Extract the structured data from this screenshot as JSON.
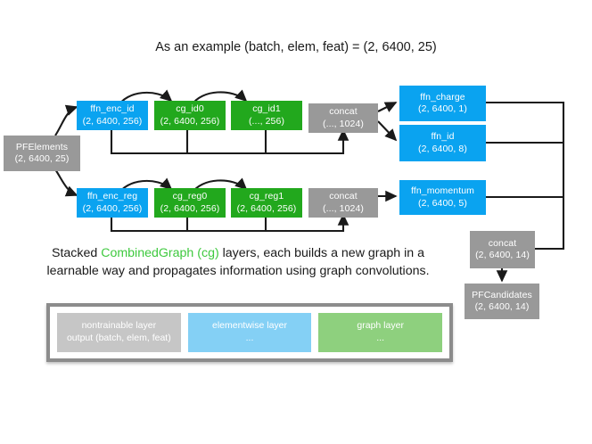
{
  "title": "As an example (batch, elem, feat) = (2, 6400, 25)",
  "colors": {
    "blue": "#0aa3f0",
    "green": "#22a81d",
    "gray": "#999999",
    "legend_gray": "#c6c6c6",
    "legend_blue": "#84d0f5",
    "legend_green": "#8ed07e",
    "highlight_green": "#3ec93e",
    "edge": "#1a1a1a"
  },
  "nodes": {
    "pfelements": {
      "label": "PFElements",
      "shape": "(2, 6400, 25)",
      "type": "nontrainable"
    },
    "ffn_enc_id": {
      "label": "ffn_enc_id",
      "shape": "(2, 6400, 256)",
      "type": "elementwise"
    },
    "cg_id0": {
      "label": "cg_id0",
      "shape": "(2, 6400, 256)",
      "type": "graph"
    },
    "cg_id1": {
      "label": "cg_id1",
      "shape": "(..., 256)",
      "type": "graph"
    },
    "concat_id": {
      "label": "concat",
      "shape": "(..., 1024)",
      "type": "nontrainable"
    },
    "ffn_enc_reg": {
      "label": "ffn_enc_reg",
      "shape": "(2, 6400, 256)",
      "type": "elementwise"
    },
    "cg_reg0": {
      "label": "cg_reg0",
      "shape": "(2, 6400, 256)",
      "type": "graph"
    },
    "cg_reg1": {
      "label": "cg_reg1",
      "shape": "(2, 6400, 256)",
      "type": "graph"
    },
    "concat_reg": {
      "label": "concat",
      "shape": "(..., 1024)",
      "type": "nontrainable"
    },
    "ffn_charge": {
      "label": "ffn_charge",
      "shape": "(2, 6400, 1)",
      "type": "elementwise"
    },
    "ffn_id": {
      "label": "ffn_id",
      "shape": "(2, 6400, 8)",
      "type": "elementwise"
    },
    "ffn_momentum": {
      "label": "ffn_momentum",
      "shape": "(2, 6400, 5)",
      "type": "elementwise"
    },
    "concat_out": {
      "label": "concat",
      "shape": "(2, 6400, 14)",
      "type": "nontrainable"
    },
    "pfcandidates": {
      "label": "PFCandidates",
      "shape": "(2, 6400, 14)",
      "type": "nontrainable"
    }
  },
  "caption": {
    "line1_pre": "Stacked ",
    "line1_hl": "CombinedGraph (cg)",
    "line1_post": " layers, each builds a new",
    "line2": "graph in a learnable way and propagates information using",
    "line3": "graph convolutions."
  },
  "legend": {
    "items": [
      {
        "label": "nontrainable layer",
        "shape": "output (batch, elem, feat)",
        "color_key": "legend_gray"
      },
      {
        "label": "elementwise layer",
        "shape": "...",
        "color_key": "legend_blue"
      },
      {
        "label": "graph layer",
        "shape": "...",
        "color_key": "legend_green"
      }
    ]
  }
}
